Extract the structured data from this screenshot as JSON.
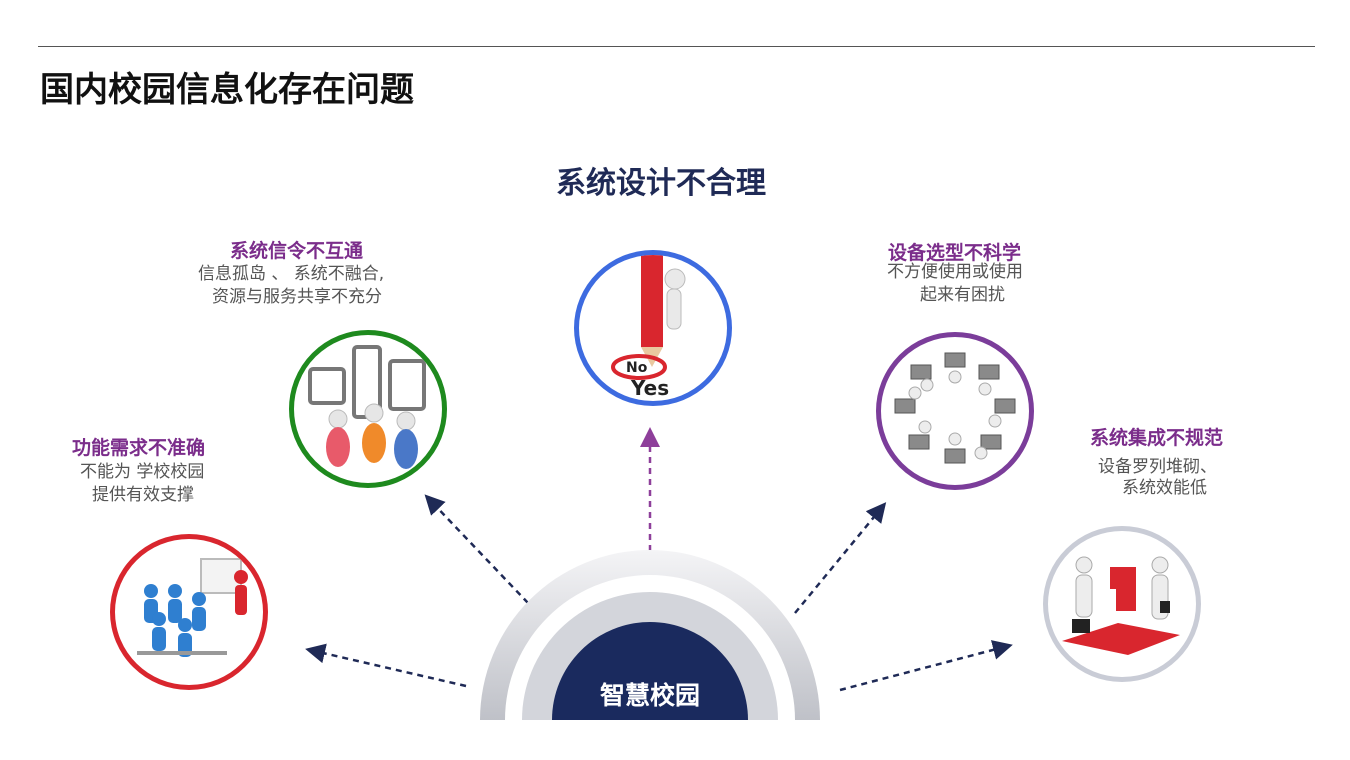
{
  "page": {
    "title": "国内校园信息化存在问题"
  },
  "main": {
    "heading": "系统设计不合理",
    "hub_label": "智慧校园",
    "issues": [
      {
        "title": "系统信令不互通",
        "lines": [
          "信息孤岛 、 系统不融合,",
          "资源与服务共享不充分"
        ],
        "ring_color": "#1e8a1e",
        "icon": "people-with-devices-icon"
      },
      {
        "title": "功能需求不准确",
        "lines": [
          "不能为 学校校园",
          "提供有效支撑"
        ],
        "ring_color": "#d9262e",
        "icon": "classroom-teacher-icon"
      },
      {
        "title": "设备选型不科学",
        "lines": [
          "不方便使用或使用",
          "起来有困扰"
        ],
        "ring_color": "#7b3d9a",
        "icon": "workstations-circle-icon"
      },
      {
        "title": "系统集成不规范",
        "lines": [
          "设备罗列堆砌、",
          "系统效能低"
        ],
        "ring_color": "#c9ccd6",
        "icon": "puzzle-team-icon"
      }
    ],
    "center_image": {
      "ring_color": "#3d6be0",
      "icon": "pencil-no-yes-icon",
      "words": [
        "No",
        "Yes"
      ]
    }
  },
  "colors": {
    "title_purple": "#7b2d8b",
    "heading_navy": "#1f2a56",
    "hub_navy": "#1a2a5e",
    "arrow_navy": "#1f2a56",
    "arrow_purple": "#8e3f9a"
  }
}
